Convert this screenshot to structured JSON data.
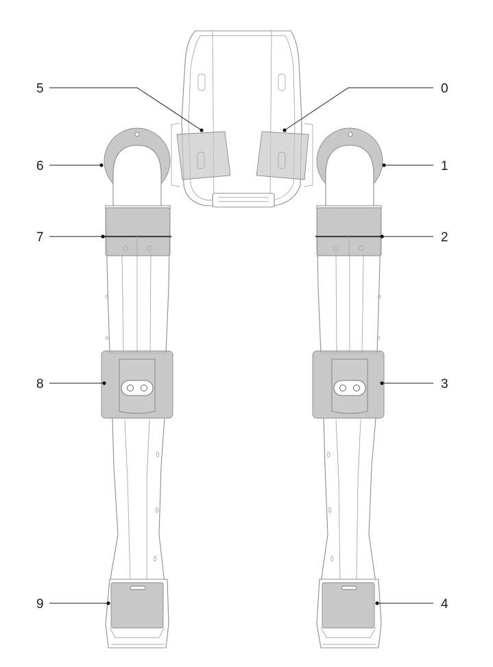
{
  "labels": {
    "l0": "0",
    "l1": "1",
    "l2": "2",
    "l3": "3",
    "l4": "4",
    "l5": "5",
    "l6": "6",
    "l7": "7",
    "l8": "8",
    "l9": "9"
  }
}
